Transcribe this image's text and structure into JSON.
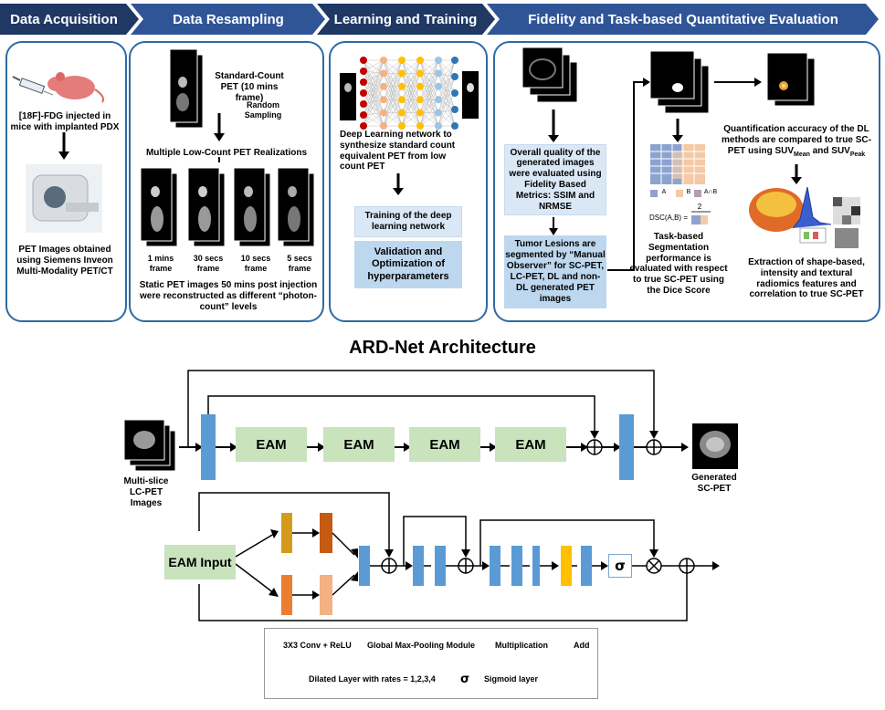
{
  "header": {
    "steps": [
      "Data Acquisition",
      "Data Resampling",
      "Learning and Training",
      "Fidelity and Task-based Quantitative Evaluation"
    ],
    "colors": {
      "dark": "#1f3864",
      "mid": "#2f5597"
    }
  },
  "acquisition": {
    "inject_text": "[18F]-FDG injected in mice with implanted PDX",
    "scanner_text": "PET Images obtained using Siemens Inveon Multi-Modality PET/CT"
  },
  "resampling": {
    "standard_count": "Standard-Count PET (10 mins frame)",
    "random_sampling": "Random Sampling",
    "multiple_low": "Multiple Low-Count PET Realizations",
    "frames": [
      "1 mins frame",
      "30 secs frame",
      "10 secs frame",
      "5 secs frame"
    ],
    "static_text": "Static PET images 50 mins post injection were reconstructed as different “photon-count” levels"
  },
  "training": {
    "dl_text": "Deep Learning network to synthesize standard count equivalent PET from low count PET",
    "training_box": "Training of the deep learning network",
    "validation_box": "Validation and Optimization of hyperparameters"
  },
  "evaluation": {
    "quality_box": "Overall quality of the generated images were evaluated using Fidelity Based Metrics: SSIM and NRMSE",
    "tumor_box": "Tumor Lesions are segmented by “Manual Observer” for SC-PET, LC-PET, DL and non-DL generated PET images",
    "quant_text_1": "Quantification accuracy of the DL methods are compared to true SC-PET using SUV",
    "suv_mean": "Mean",
    "and_text": " and SUV",
    "suv_peak": "Peak",
    "segmentation_text": "Task-based Segmentation performance is evaluated with respect to true SC-PET using the Dice Score",
    "radiomics_text": "Extraction of shape-based, intensity and textural radiomics features and correlation to true SC-PET",
    "dice_formula": "DSC(A,B) =",
    "dice_num": "2",
    "legend_a": "A",
    "legend_b": "B",
    "legend_ab": "A∩B"
  },
  "architecture": {
    "title": "ARD-Net Architecture",
    "eam_labels": [
      "EAM",
      "EAM",
      "EAM",
      "EAM"
    ],
    "input_label": "Multi-slice LC-PET Images",
    "output_label": "Generated SC-PET",
    "eam_input": "EAM Input",
    "sigma": "σ"
  },
  "legend": {
    "conv": "3X3 Conv + ReLU",
    "gmp": "Global Max-Pooling Module",
    "mult": "Multiplication",
    "add": "Add",
    "dilated": "Dilated Layer with rates = 1,2,3,4",
    "sigmoid": "Sigmoid layer"
  }
}
